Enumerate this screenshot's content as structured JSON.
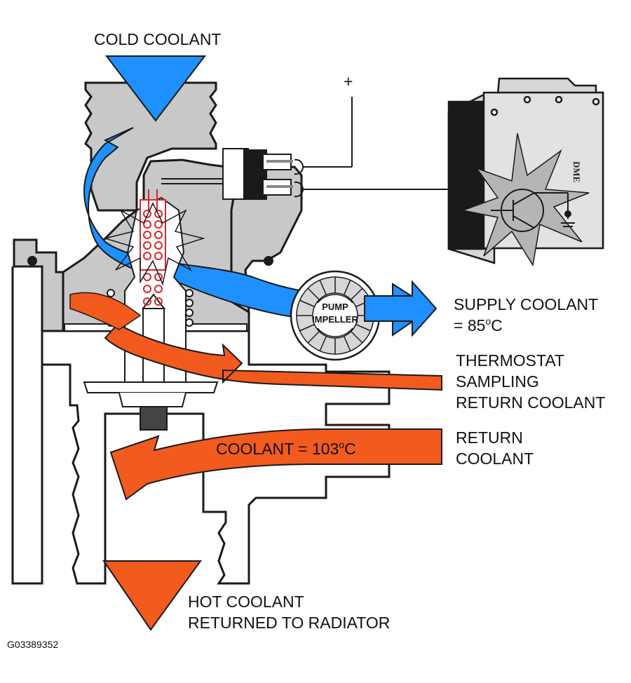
{
  "labels": {
    "cold_coolant": "COLD COOLANT",
    "plus_sign": "+",
    "dme": "DME",
    "pump_line1": "PUMP",
    "pump_line2": "IMPELLER",
    "supply_line1": "SUPPLY COOLANT",
    "supply_line2_prefix": "= 85",
    "supply_line2_deg": "o",
    "supply_line2_unit": "C",
    "thermostat_line1": "THERMOSTAT",
    "thermostat_line2": "SAMPLING",
    "thermostat_line3": "RETURN COOLANT",
    "coolant_prefix": "COOLANT = 103",
    "coolant_deg": "o",
    "coolant_unit": "C",
    "return_line1": "RETURN",
    "return_line2": "COOLANT",
    "hot_line1": "HOT COOLANT",
    "hot_line2": "RETURNED TO RADIATOR",
    "figure_code": "G03389352"
  },
  "colors": {
    "cold": "#1e90ff",
    "hot": "#f25a1e",
    "housing": "#c8c8c8",
    "outline": "#1a1a1a",
    "element_red": "#d8262a"
  }
}
